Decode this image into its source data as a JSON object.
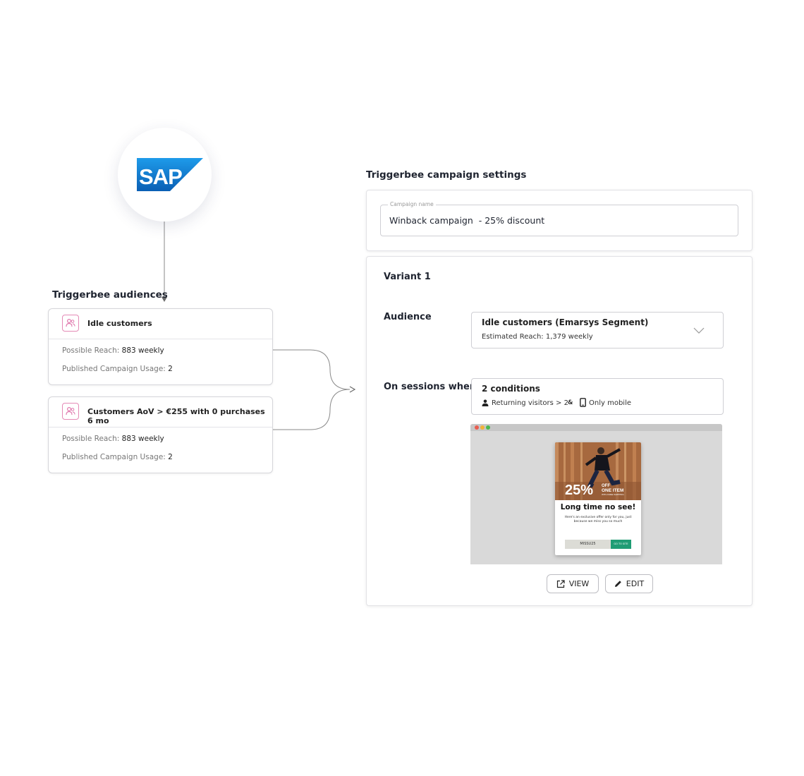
{
  "logo": {
    "text": "SAP",
    "color": "#1565c0"
  },
  "audiences": {
    "title": "Triggerbee audiences",
    "items": [
      {
        "name": "Idle customers",
        "reach_label": "Possible Reach:",
        "reach_value": "883 weekly",
        "usage_label": "Published Campaign Usage:",
        "usage_value": "2",
        "icon": "users-icon"
      },
      {
        "name": "Customers AoV > €255 with 0 purchases 6 mo",
        "reach_label": "Possible Reach:",
        "reach_value": "883 weekly",
        "usage_label": "Published Campaign Usage:",
        "usage_value": "2",
        "icon": "users-icon"
      }
    ]
  },
  "settings": {
    "title": "Triggerbee campaign settings",
    "campaign_name_label": "Campaign name",
    "campaign_name_value": "Winback campaign  - 25% discount",
    "variant_title": "Variant 1",
    "audience_label": "Audience",
    "audience_selected": "Idle customers (Emarsys Segment)",
    "audience_reach": "Estimated Reach: 1,379 weekly",
    "sessions_label": "On sessions where",
    "conditions_title": "2 conditions",
    "condition_1": "Returning visitors > 2",
    "condition_joiner": "&",
    "condition_2": "Only mobile"
  },
  "preview": {
    "discount": "25%",
    "off_line1": "OFF",
    "off_line2": "ONE ITEM",
    "off_line3": "WITH FREE SHIPPING",
    "headline": "Long time no see!",
    "body": "Here's an exclusive offer only for you, just because we miss you so much",
    "code": "MISSU25",
    "cta": "GO TO SITE"
  },
  "actions": {
    "view_label": "VIEW",
    "edit_label": "EDIT"
  }
}
